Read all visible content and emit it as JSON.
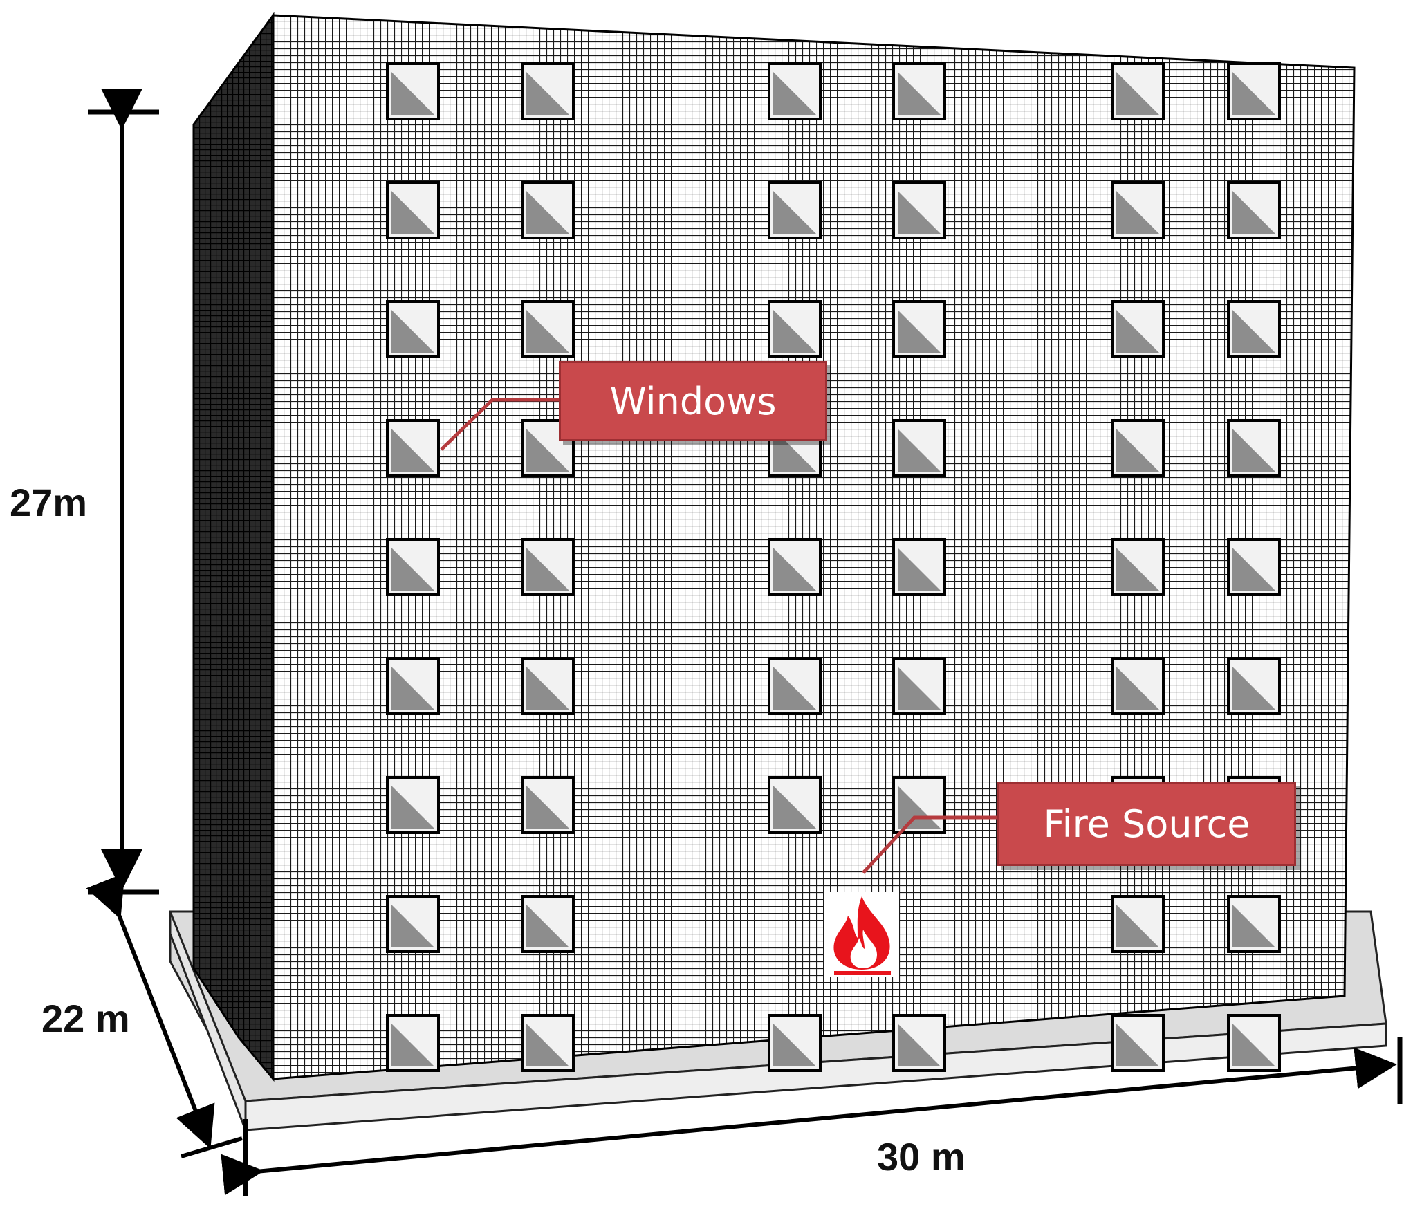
{
  "dimensions": {
    "height_label": "27m",
    "depth_label": "22 m",
    "width_label": "30 m"
  },
  "callouts": {
    "windows_label": "Windows",
    "fire_source_label": "Fire Source"
  },
  "icons": {
    "fire": "fire-icon"
  },
  "colors": {
    "callout_fill": "#c9494c",
    "callout_border": "#9d2f33",
    "callout_text": "#ffffff",
    "fire_red": "#e8141c",
    "mesh_line": "#1a1a1a",
    "window_fill": "#f2f2f2"
  }
}
